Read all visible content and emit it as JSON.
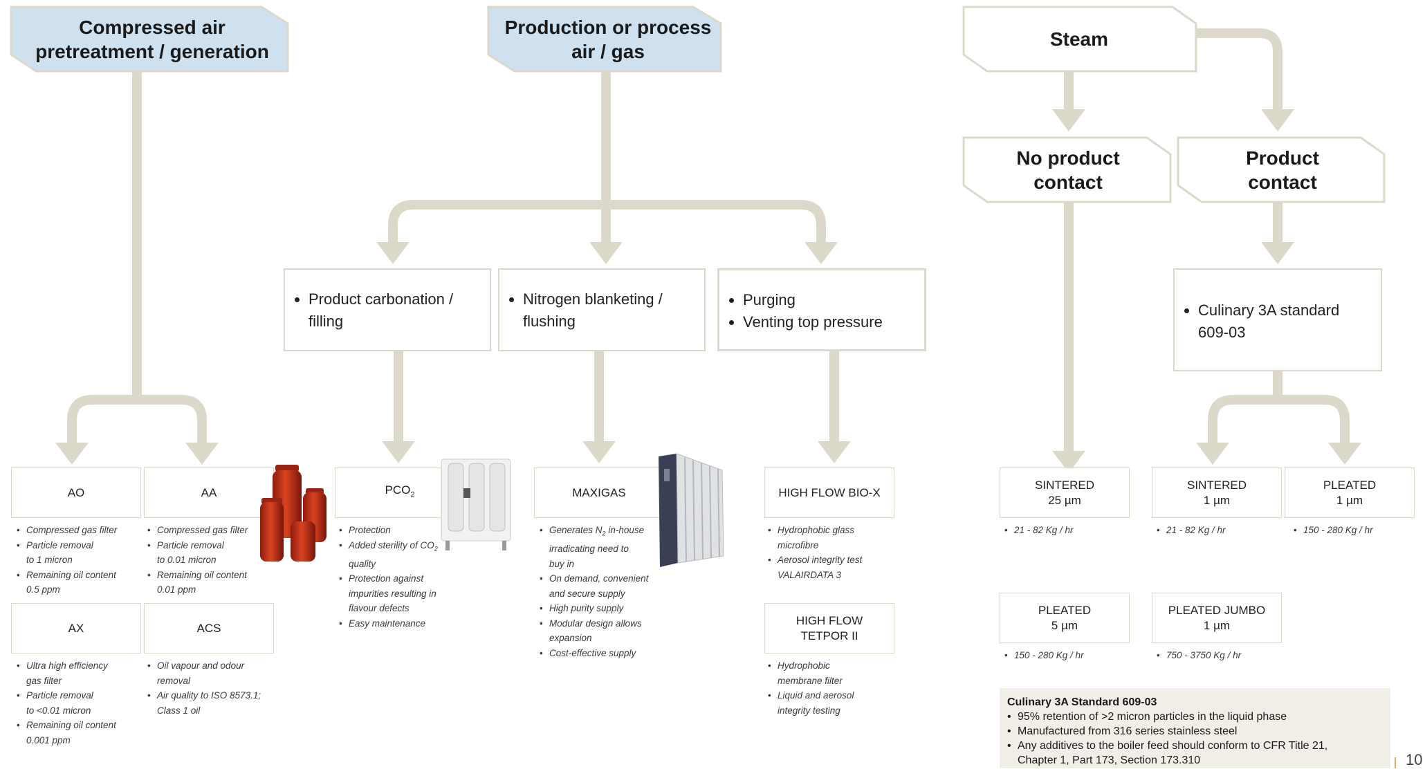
{
  "colors": {
    "connector": "#dcd8ca",
    "header_fill_blue": "#cfe0ee",
    "header_border": "#dcd8ca",
    "note_bg": "#f0eee6",
    "page_bar": "#d9b15a"
  },
  "headers": {
    "compressed_air": {
      "line1": "Compressed air",
      "line2": "pretreatment / generation"
    },
    "process_air": {
      "line1": "Production or process",
      "line2": "air / gas"
    },
    "steam": {
      "line1": "Steam"
    },
    "no_contact": {
      "line1": "No product",
      "line2": "contact"
    },
    "contact": {
      "line1": "Product",
      "line2": "contact"
    }
  },
  "applications": {
    "carbonation": {
      "line1": "Product carbonation /",
      "line2": "filling"
    },
    "nitrogen": {
      "line1": "Nitrogen blanketing /",
      "line2": "flushing"
    },
    "purging": [
      "Purging",
      "Venting top pressure"
    ],
    "culinary": {
      "line1": "Culinary 3A standard",
      "line2": "609-03"
    }
  },
  "products": {
    "ao": {
      "name": "AO",
      "features": [
        "Compressed gas filter",
        "Particle removal",
        "to 1 micron",
        "Remaining oil content",
        "0.5 ppm"
      ]
    },
    "aa": {
      "name": "AA",
      "features": [
        "Compressed gas filter",
        "Particle removal",
        "to 0.01 micron",
        "Remaining oil content",
        "0.01 ppm"
      ]
    },
    "ax": {
      "name": "AX",
      "features": [
        "Ultra high efficiency",
        "gas filter",
        "Particle removal",
        "to <0.01 micron",
        "Remaining oil content",
        "0.001 ppm"
      ]
    },
    "acs": {
      "name": "ACS",
      "features": [
        "Oil vapour and odour",
        "removal",
        "Air quality to ISO 8573.1;",
        "Class 1 oil"
      ]
    },
    "pco2": {
      "name": "PCO",
      "name_sub": "2",
      "features": [
        "Protection",
        "Added sterility of CO",
        "2",
        "quality",
        "Protection against",
        "impurities resulting in",
        "flavour defects",
        "Easy maintenance"
      ]
    },
    "maxigas": {
      "name": "MAXIGAS",
      "features": [
        "Generates N",
        "2",
        " in-house",
        "irradicating need to",
        "buy in",
        "On demand, convenient",
        "and secure supply",
        "High purity supply",
        "Modular design allows",
        "expansion",
        "Cost-effective supply"
      ]
    },
    "bio_x": {
      "name": "HIGH FLOW BIO-X",
      "features": [
        "Hydrophobic glass",
        "microfibre",
        "Aerosol integrity test",
        "VALAIRDATA 3"
      ]
    },
    "tetpor": {
      "name_line1": "HIGH FLOW",
      "name_line2": "TETPOR II",
      "features": [
        "Hydrophobic",
        "membrane filter",
        "Liquid and aerosol",
        "integrity testing"
      ]
    },
    "sintered25": {
      "name_line1": "SINTERED",
      "name_line2": "25 µm",
      "features": [
        "21 - 82 Kg / hr"
      ]
    },
    "sintered1": {
      "name_line1": "SINTERED",
      "name_line2": "1 µm",
      "features": [
        "21 - 82 Kg / hr"
      ]
    },
    "pleated1": {
      "name_line1": "PLEATED",
      "name_line2": "1 µm",
      "features": [
        "150 - 280 Kg / hr"
      ]
    },
    "pleated5": {
      "name_line1": "PLEATED",
      "name_line2": "5 µm",
      "features": [
        "150 - 280 Kg / hr"
      ]
    },
    "jumbo": {
      "name_line1": "PLEATED JUMBO",
      "name_line2": "1 µm",
      "features": [
        "750 - 3750 Kg / hr"
      ]
    }
  },
  "note": {
    "title": "Culinary 3A Standard 609-03",
    "items": [
      "95% retention of >2 micron particles in the liquid phase",
      "Manufactured from 316 series stainless steel",
      "Any additives to the boiler feed should conform to CFR Title 21,",
      "Chapter 1, Part 173, Section 173.310"
    ]
  },
  "page_number": "10",
  "photos": [
    "orange-filter-housings",
    "white-pco2-unit",
    "maxigas-generator"
  ]
}
